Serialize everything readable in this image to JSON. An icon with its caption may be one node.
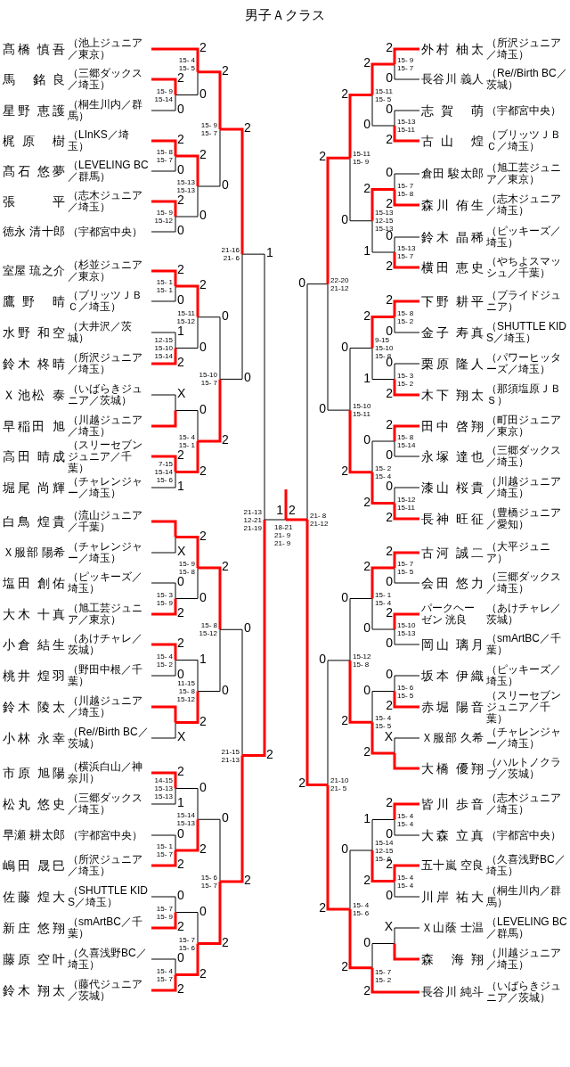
{
  "diagram": {
    "title": "男子Ａクラス",
    "nodes": [
      {
        "text": [
          "髙橋 慎吾",
          "（池上ジュニア／東京）"
        ]
      },
      {
        "text": [
          "馬 銘良",
          "（三郷ダックス／埼玉）"
        ]
      },
      {
        "text": [
          "星野 恵護",
          "（桐生川内／群馬）"
        ]
      },
      {
        "text": [
          "梶原 樹",
          "（LInKS／埼玉）"
        ]
      },
      {
        "text": [
          "髙石 悠夢",
          "（LEVELING BC／群馬）"
        ]
      },
      {
        "text": [
          "張 平",
          "（志木ジュニア／埼玉）"
        ]
      },
      {
        "text": [
          "徳永 清十郎",
          "（宇都宮中央）"
        ]
      },
      {
        "text": [
          "室屋 琉之介",
          "（杉並ジュニア／東京）"
        ]
      },
      {
        "text": [
          "鷹野 晴",
          "（ブリッツＪＢＣ／埼玉）"
        ]
      },
      {
        "text": [
          "水野 和空",
          "（大井沢／茨城）"
        ]
      },
      {
        "text": [
          "鈴木 柊晴",
          "（所沢ジュニア／埼玉）"
        ]
      },
      {
        "text": [
          "Ｘ池松 泰",
          "（いばらきジュニア／茨城）"
        ]
      },
      {
        "text": [
          "早稲田 旭",
          "（川越ジュニア／埼玉）"
        ]
      },
      {
        "text": [
          "高田 晴成",
          "（スリーセブンジュニア／千葉）"
        ]
      },
      {
        "text": [
          "堀尾 尚輝",
          "（チャレンジャー／埼玉）"
        ]
      },
      {
        "text": [
          "白鳥 煌貴",
          "（流山ジュニア／千葉）"
        ]
      },
      {
        "text": [
          "Ｘ服部 陽希",
          "（チャレンジャー／埼玉）"
        ]
      },
      {
        "text": [
          "塩田 創佑",
          "（ピッキーズ／埼玉）"
        ]
      },
      {
        "text": [
          "大木 十真",
          "（旭工芸ジュニア／東京）"
        ]
      },
      {
        "text": [
          "小倉 結生",
          "（あけチャレ／茨城）"
        ]
      },
      {
        "text": [
          "桃井 煌羽",
          "（野田中根／千葉）"
        ]
      },
      {
        "text": [
          "鈴木 陵太",
          "（川越ジュニア／埼玉）"
        ]
      },
      {
        "text": [
          "小林 永幸",
          "（Re//Birth BC／茨城）"
        ]
      },
      {
        "text": [
          "市原 旭陽",
          "（横浜白山／神奈川）"
        ]
      },
      {
        "text": [
          "松丸 悠史",
          "（三郷ダックス／埼玉）"
        ]
      },
      {
        "text": [
          "早瀬 耕太郎",
          "（宇都宮中央）"
        ]
      },
      {
        "text": [
          "嶋田 晟巳",
          "（所沢ジュニア／埼玉）"
        ]
      },
      {
        "text": [
          "佐藤 煌大",
          "（SHUTTLE KIDS／埼玉）"
        ]
      },
      {
        "text": [
          "新庄 悠翔",
          "（smArtBC／千葉）"
        ]
      },
      {
        "text": [
          "藤原 空叶",
          "（久喜浅野BC／埼玉）"
        ]
      },
      {
        "text": [
          "鈴木 翔太",
          "（藤代ジュニア／茨城）"
        ]
      },
      {
        "text": [
          "外村 柚太",
          "（所沢ジュニア／埼玉）"
        ]
      },
      {
        "text": [
          "長谷川 義人",
          "（Re//Birth BC／茨城）"
        ]
      },
      {
        "text": [
          "志賀 萌",
          "（宇都宮中央）"
        ]
      },
      {
        "text": [
          "古山 煌",
          "（ブリッツＪＢＣ／埼玉）"
        ]
      },
      {
        "text": [
          "倉田 駿太郎",
          "（旭工芸ジュニア／東京）"
        ]
      },
      {
        "text": [
          "森川 侑生",
          "（志木ジュニア／埼玉）"
        ]
      },
      {
        "text": [
          "鈴木 晶稀",
          "（ピッキーズ／埼玉）"
        ]
      },
      {
        "text": [
          "横田 恵史",
          "（やちよスマッシュ／千葉）"
        ]
      },
      {
        "text": [
          "下野 耕平",
          "（プライドジュニア）"
        ]
      },
      {
        "text": [
          "金子 寿真",
          "（SHUTTLE KIDS／埼玉）"
        ]
      },
      {
        "text": [
          "栗原 隆人",
          "（パワーヒッターズ／埼玉）"
        ]
      },
      {
        "text": [
          "木下 翔太",
          "（那須塩原ＪＢＳ）"
        ]
      },
      {
        "text": [
          "田中 啓翔",
          "（町田ジュニア／東京）"
        ]
      },
      {
        "text": [
          "永塚 達也",
          "（三郷ダックス／埼玉）"
        ]
      },
      {
        "text": [
          "漆山 桜貴",
          "（川越ジュニア／埼玉）"
        ]
      },
      {
        "text": [
          "長神 旺征",
          "（豊橋ジュニア／愛知）"
        ]
      },
      {
        "text": [
          "古河 誠二",
          "（大平ジュニア）"
        ]
      },
      {
        "text": [
          "会田 悠力",
          "（三郷ダックス／埼玉）"
        ]
      },
      {
        "text": [
          "パークヘーゼン 洸良",
          "（あけチャレ／茨城）"
        ]
      },
      {
        "text": [
          "岡山 璃月",
          "（smArtBC／千葉）"
        ]
      },
      {
        "text": [
          "坂本 伊織",
          "（ピッキーズ／埼玉）"
        ]
      },
      {
        "text": [
          "赤堀 陽音",
          "（スリーセブンジュニア／千葉）"
        ]
      },
      {
        "text": [
          "Ｘ服部 久希",
          "（チャレンジャー／埼玉）"
        ]
      },
      {
        "text": [
          "大橋 優翔",
          "（ハルトノクラブ／茨城）"
        ]
      },
      {
        "text": [
          "皆川 歩音",
          "（志木ジュニア／埼玉）"
        ]
      },
      {
        "text": [
          "大森 立真",
          "（宇都宮中央）"
        ]
      },
      {
        "text": [
          "五十嵐 空良",
          "（久喜浅野BC／埼玉）"
        ]
      },
      {
        "text": [
          "川岸 祐大",
          "（桐生川内／群馬）"
        ]
      },
      {
        "text": [
          "Ｘ山蔭 士温",
          "（LEVELING BC／群馬）"
        ]
      },
      {
        "text": [
          "森 海翔",
          "（川越ジュニア／埼玉）"
        ]
      },
      {
        "text": [
          "長谷川 純斗",
          "（いばらきジュニア／茨城）"
        ]
      }
    ],
    "labels": [
      "2",
      "0",
      "15- 9",
      "15-14",
      "2",
      "0",
      "15- 4",
      "15- 5",
      "2",
      "0",
      "15- 8",
      "15- 7",
      "2",
      "0",
      "15- 9",
      "15-12",
      "2",
      "0",
      "15-13",
      "15-13",
      "2",
      "0",
      "15- 9",
      "15- 7",
      "2",
      "0",
      "15- 1",
      "15- 1",
      "1",
      "2",
      "12-15",
      "15-10",
      "15-14",
      "2",
      "0",
      "15-11",
      "15-12",
      "X",
      "2",
      "1",
      "7-15",
      "15-14",
      "15- 6",
      "0",
      "2",
      "15- 4",
      "15- 1",
      "0",
      "2",
      "15-10",
      "15- 7",
      "2",
      "0",
      "21-16",
      "21- 6",
      "X",
      "0",
      "2",
      "15- 3",
      "15- 9",
      "2",
      "0",
      "15- 9",
      "15- 8",
      "2",
      "0",
      "15- 4",
      "15- 2",
      "X",
      "1",
      "2",
      "11-15",
      "15- 8",
      "15-12",
      "2",
      "0",
      "15- 8",
      "15-12",
      "2",
      "1",
      "14-15",
      "15-13",
      "15-13",
      "0",
      "2",
      "15- 1",
      "15- 7",
      "0",
      "2",
      "15-14",
      "15-13",
      "0",
      "2",
      "15- 7",
      "15- 9",
      "0",
      "2",
      "15- 4",
      "15- 7",
      "0",
      "2",
      "15- 7",
      "15- 6",
      "0",
      "2",
      "15- 6",
      "15- 7",
      "0",
      "2",
      "21-15",
      "21-13",
      "1",
      "2",
      "21-13",
      "12-21",
      "21-19",
      "2",
      "0",
      "15- 9",
      "15- 7",
      "0",
      "2",
      "15-13",
      "15-11",
      "2",
      "0",
      "15-11",
      "15- 5",
      "0",
      "2",
      "15- 7",
      "15- 8",
      "0",
      "2",
      "15-13",
      "15- 7",
      "2",
      "1",
      "15-13",
      "12-15",
      "15-13",
      "2",
      "0",
      "15-11",
      "15- 9",
      "2",
      "0",
      "15- 8",
      "15- 2",
      "0",
      "2",
      "15- 3",
      "15- 2",
      "2",
      "1",
      "9-15",
      "15-10",
      "15- 8",
      "2",
      "0",
      "15- 8",
      "15-14",
      "0",
      "2",
      "15-12",
      "15-11",
      "0",
      "2",
      "15- 2",
      "15- 4",
      "0",
      "2",
      "15-10",
      "15-11",
      "2",
      "0",
      "22-20",
      "21-12",
      "2",
      "0",
      "15- 7",
      "15- 5",
      "2",
      "0",
      "15-10",
      "15-13",
      "2",
      "0",
      "15- 1",
      "15- 4",
      "0",
      "2",
      "15- 6",
      "15- 5",
      "X",
      "0",
      "2",
      "15- 4",
      "15- 5",
      "0",
      "2",
      "15-12",
      "15- 8",
      "2",
      "0",
      "15- 4",
      "15- 4",
      "2",
      "0",
      "15- 4",
      "15- 4",
      "1",
      "2",
      "15-14",
      "12-15",
      "15- 6",
      "X",
      "0",
      "2",
      "15- 7",
      "15- 2",
      "0",
      "2",
      "15- 4",
      "15- 6",
      "0",
      "2",
      "21-10",
      "21- 5",
      "0",
      "2",
      "21- 8",
      "21-12",
      "1",
      "2",
      "18-21",
      "21- 9",
      "21- 9"
    ]
  }
}
